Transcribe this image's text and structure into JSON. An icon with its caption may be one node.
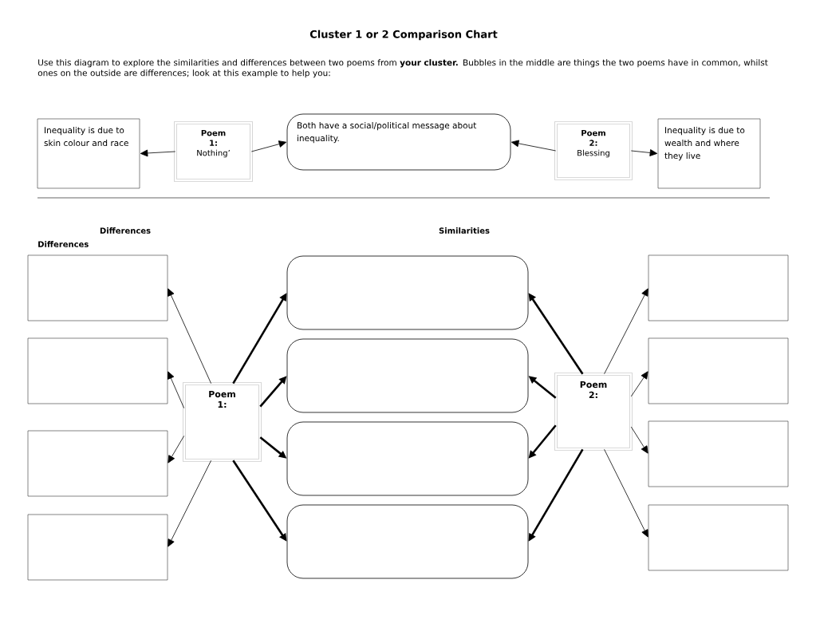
{
  "diagram": {
    "title": "Cluster 1 or 2 Comparison Chart",
    "nodes": [
      {
        "text": [
          "Inequality is due to skin colour and race"
        ]
      },
      {
        "text": [
          "Poem 1:",
          "Nothing’"
        ]
      },
      {
        "text": [
          "Both have a social/political message about inequality."
        ]
      },
      {
        "text": [
          "Poem 2:",
          "Blessing"
        ]
      },
      {
        "text": [
          "Inequality is due to wealth and where they live"
        ]
      },
      {
        "text": [],
        "shape": "box"
      },
      {
        "text": [],
        "shape": "box"
      },
      {
        "text": [],
        "shape": "box"
      },
      {
        "text": [],
        "shape": "box"
      },
      {
        "text": [
          "Poem 1:"
        ]
      },
      {
        "text": [],
        "shape": "box"
      },
      {
        "text": [],
        "shape": "box"
      },
      {
        "text": [],
        "shape": "box"
      },
      {
        "text": [],
        "shape": "box"
      },
      {
        "text": [
          "Poem 2:"
        ]
      },
      {
        "text": [],
        "shape": "box"
      },
      {
        "text": [],
        "shape": "box"
      },
      {
        "text": [],
        "shape": "box"
      },
      {
        "text": [],
        "shape": "box"
      }
    ],
    "edges": [
      {
        "from": 1,
        "to": 0,
        "arrow": "to"
      },
      {
        "from": 1,
        "to": 2,
        "arrow": "to"
      },
      {
        "from": 3,
        "to": 2,
        "arrow": "to"
      },
      {
        "from": 3,
        "to": 4,
        "arrow": "to"
      },
      {
        "from": 9,
        "to": 5,
        "arrow": "to"
      },
      {
        "from": 9,
        "to": 6,
        "arrow": "to"
      },
      {
        "from": 9,
        "to": 7,
        "arrow": "to"
      },
      {
        "from": 9,
        "to": 8,
        "arrow": "to"
      },
      {
        "from": 9,
        "to": 10,
        "arrow": "to",
        "style": "thick"
      },
      {
        "from": 9,
        "to": 11,
        "arrow": "to",
        "style": "thick"
      },
      {
        "from": 9,
        "to": 12,
        "arrow": "to",
        "style": "thick"
      },
      {
        "from": 9,
        "to": 13,
        "arrow": "to",
        "style": "thick"
      },
      {
        "from": 14,
        "to": 10,
        "arrow": "to",
        "style": "thick"
      },
      {
        "from": 14,
        "to": 11,
        "arrow": "to",
        "style": "thick"
      },
      {
        "from": 14,
        "to": 12,
        "arrow": "to",
        "style": "thick"
      },
      {
        "from": 14,
        "to": 13,
        "arrow": "to",
        "style": "thick"
      },
      {
        "from": 14,
        "to": 15,
        "arrow": "to"
      },
      {
        "from": 14,
        "to": 16,
        "arrow": "to"
      },
      {
        "from": 14,
        "to": 17,
        "arrow": "to"
      },
      {
        "from": 14,
        "to": 18,
        "arrow": "to"
      }
    ],
    "labels": [
      "Use this diagram to explore the similarities and differences between two poems from **your cluster.** Bubbles in the middle are things the two poems have in common, whilst ones on the outside are differences; look at this example to help you:",
      "Differences",
      "Similarities",
      "Differences"
    ]
  }
}
